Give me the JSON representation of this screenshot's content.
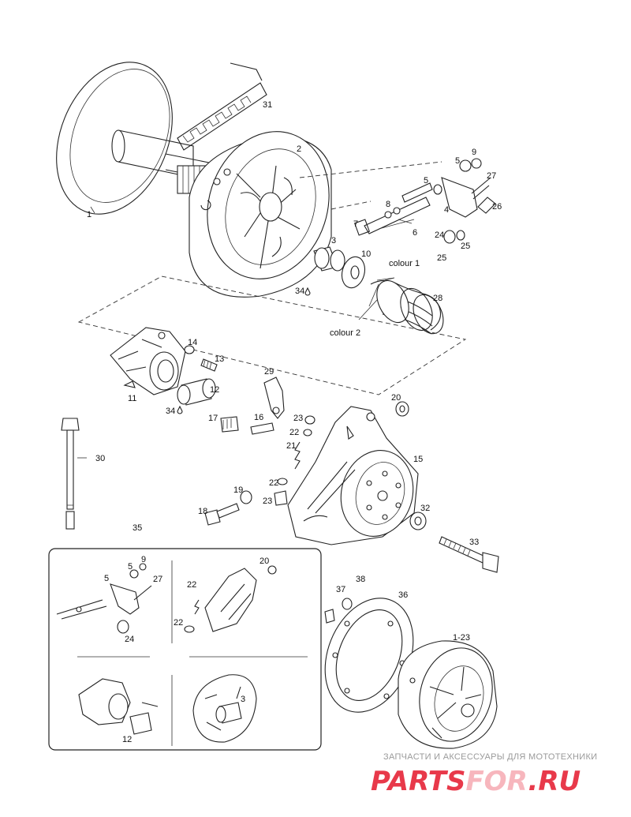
{
  "labels": {
    "p1": "1",
    "p2": "2",
    "p3": "3",
    "p4": "4",
    "p5a": "5",
    "p5b": "5",
    "p6": "6",
    "p7": "7",
    "p8": "8",
    "p9": "9",
    "p10": "10",
    "p11": "11",
    "p12": "12",
    "p13": "13",
    "p14": "14",
    "p15": "15",
    "p16": "16",
    "p17": "17",
    "p18": "18",
    "p19": "19",
    "p20": "20",
    "p21": "21",
    "p22a": "22",
    "p22b": "22",
    "p23a": "23",
    "p23b": "23",
    "p24": "24",
    "p25a": "25",
    "p25b": "25",
    "p26": "26",
    "p27": "27",
    "p28": "28",
    "p29": "29",
    "p30": "30",
    "p31": "31",
    "p32": "32",
    "p33": "33",
    "p34a": "34",
    "p34b": "34",
    "p35": "35",
    "p36": "36",
    "p37": "37",
    "p38": "38",
    "p1to23": "1-23"
  },
  "captions": {
    "colour1": "colour 1",
    "colour2": "colour 2"
  },
  "inset_labels": {
    "i5a": "5",
    "i5b": "5",
    "i9": "9",
    "i27": "27",
    "i24": "24",
    "i20": "20",
    "i22a": "22",
    "i22b": "22",
    "i3": "3",
    "i12": "12"
  },
  "watermark": {
    "line1": "ЗАПЧАСТИ И АКСЕССУАРЫ ДЛЯ МОТОТЕХНИКИ",
    "brand_part1": "PARTS",
    "brand_part2": "FOR",
    "brand_part3": ".RU",
    "color_red": "#e8394a",
    "color_pink": "#f7b6bd"
  }
}
